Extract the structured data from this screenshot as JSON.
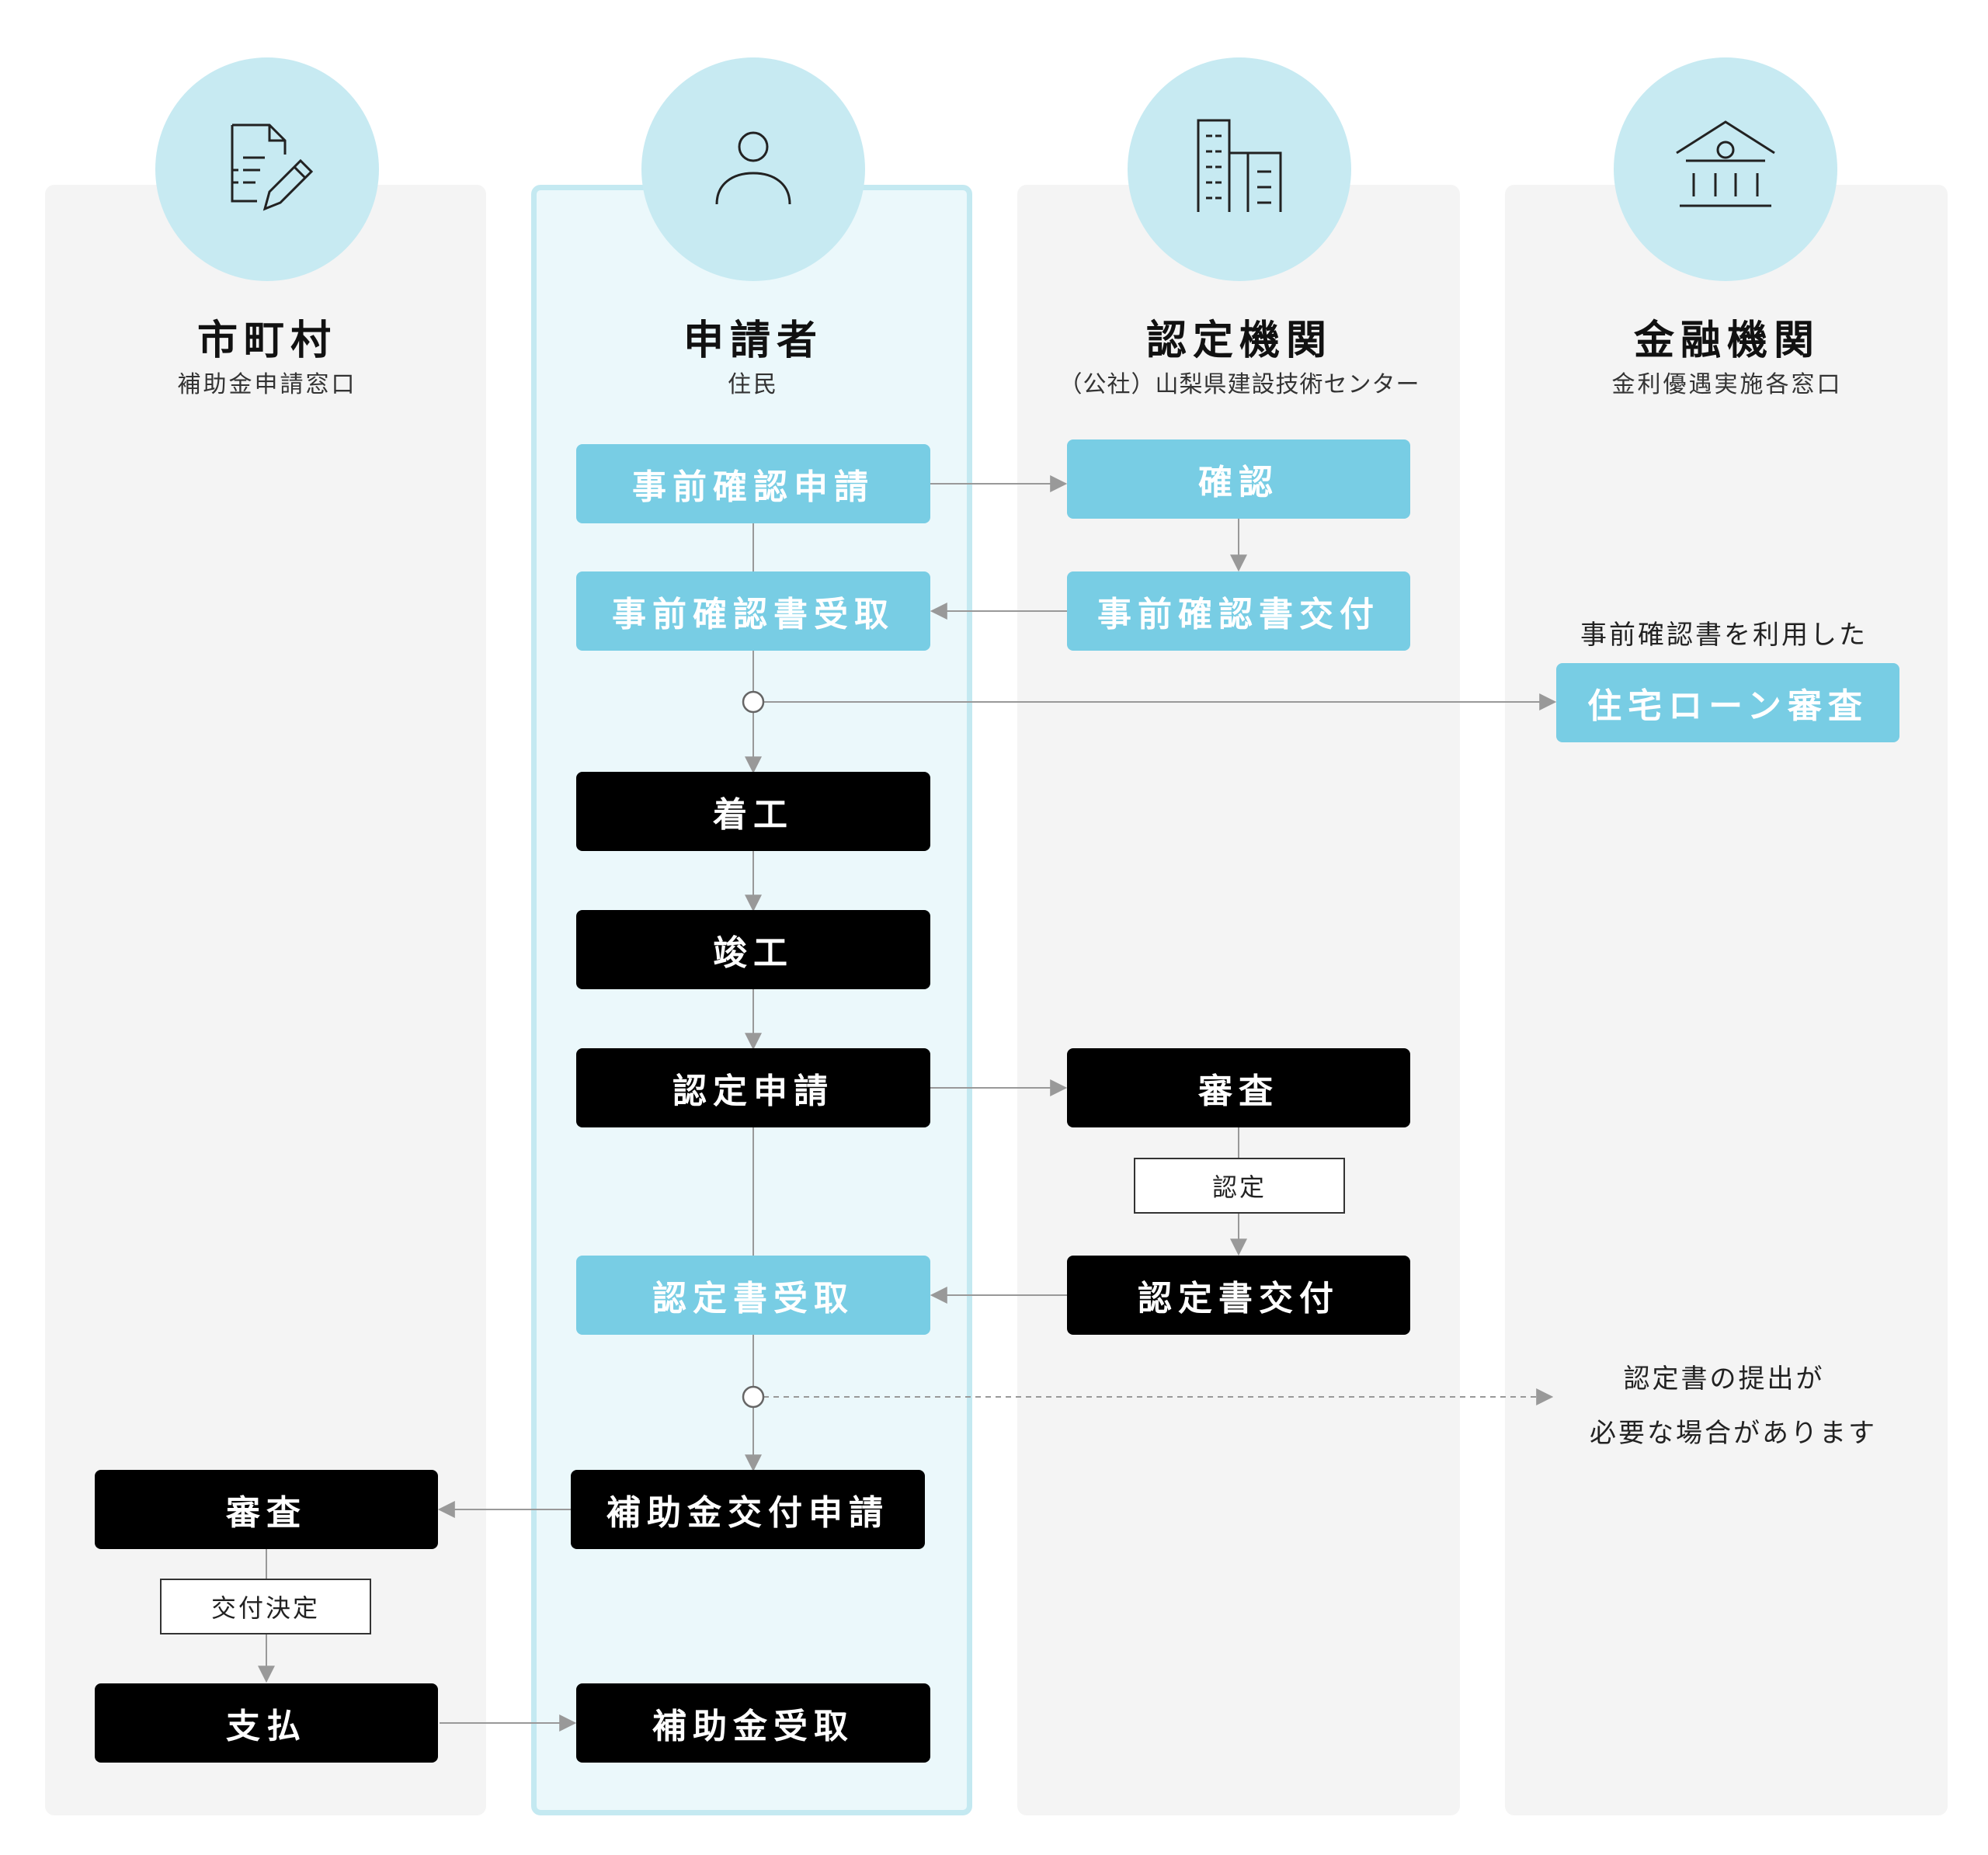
{
  "lanes": [
    {
      "title": "市町村",
      "subtitle": "補助金申請窓口",
      "icon": "document-edit-icon"
    },
    {
      "title": "申請者",
      "subtitle": "住民",
      "icon": "person-icon"
    },
    {
      "title": "認定機関",
      "subtitle": "（公社）山梨県建設技術センター",
      "icon": "building-icon"
    },
    {
      "title": "金融機関",
      "subtitle": "金利優遇実施各窓口",
      "icon": "bank-icon"
    }
  ],
  "steps": {
    "pre_confirm_apply": "事前確認申請",
    "confirm": "確認",
    "pre_confirm_receive": "事前確認書受取",
    "pre_confirm_issue": "事前確認書交付",
    "housing_loan_review": "住宅ローン審査",
    "construction_start": "着工",
    "construction_complete": "竣工",
    "cert_apply": "認定申請",
    "review_center": "審査",
    "cert_tag": "認定",
    "cert_receive": "認定書受取",
    "cert_issue": "認定書交付",
    "subsidy_apply": "補助金交付申請",
    "review_city": "審査",
    "grant_decision_tag": "交付決定",
    "payment": "支払",
    "subsidy_receive": "補助金受取"
  },
  "notes": {
    "loan_note": "事前確認書を利用した",
    "cert_note_line1": "認定書の提出が",
    "cert_note_line2": "必要な場合があります"
  },
  "colors": {
    "accent_blue": "#78cde4",
    "circle_blue": "#c7eaf2",
    "applicant_lane_bg": "#ebf8fb",
    "lane_bg": "#f4f4f4",
    "connector": "#999999"
  }
}
